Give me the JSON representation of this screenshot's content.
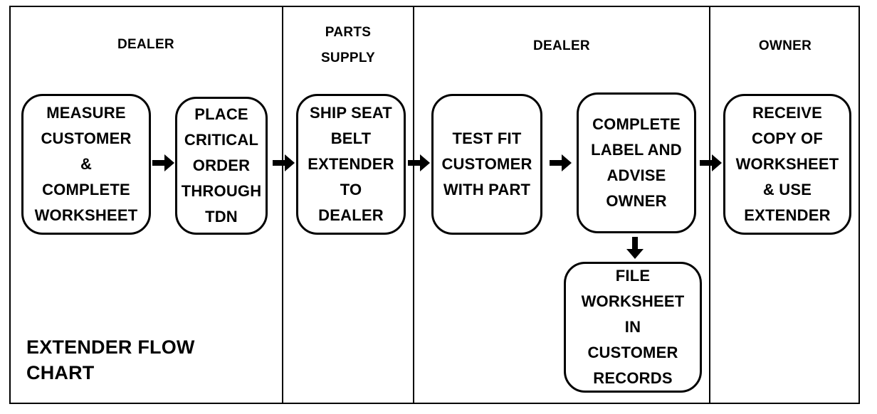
{
  "diagram": {
    "title": "EXTENDER FLOW\nCHART",
    "lanes": [
      {
        "id": "dealer-1",
        "label": "DEALER"
      },
      {
        "id": "parts-supply",
        "label": "PARTS\nSUPPLY"
      },
      {
        "id": "dealer-2",
        "label": "DEALER"
      },
      {
        "id": "owner",
        "label": "OWNER"
      }
    ],
    "steps": [
      {
        "id": "measure",
        "label": "MEASURE\nCUSTOMER\n&\nCOMPLETE\nWORKSHEET"
      },
      {
        "id": "place-order",
        "label": "PLACE\nCRITICAL\nORDER\nTHROUGH\nTDN"
      },
      {
        "id": "ship",
        "label": "SHIP SEAT\nBELT\nEXTENDER\nTO\nDEALER"
      },
      {
        "id": "test-fit",
        "label": "TEST FIT\nCUSTOMER\nWITH PART"
      },
      {
        "id": "complete-label",
        "label": "COMPLETE\nLABEL AND\nADVISE\nOWNER"
      },
      {
        "id": "file-worksheet",
        "label": "FILE\nWORKSHEET\nIN\nCUSTOMER\nRECORDS"
      },
      {
        "id": "receive-copy",
        "label": "RECEIVE\nCOPY OF\nWORKSHEET\n& USE\nEXTENDER"
      }
    ],
    "connections": [
      {
        "from": "measure",
        "to": "place-order"
      },
      {
        "from": "place-order",
        "to": "ship"
      },
      {
        "from": "ship",
        "to": "test-fit"
      },
      {
        "from": "test-fit",
        "to": "complete-label"
      },
      {
        "from": "complete-label",
        "to": "receive-copy"
      },
      {
        "from": "complete-label",
        "to": "file-worksheet"
      }
    ]
  }
}
